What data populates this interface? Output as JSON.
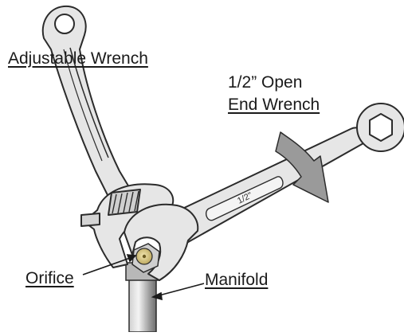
{
  "labels": {
    "adjustable_wrench": "Adjustable Wrench",
    "open_end_wrench_line1": "1/2” Open",
    "open_end_wrench_line2": "End Wrench",
    "orifice": "Orifice",
    "manifold": "Manifold",
    "wrench_stamp": "1/2\""
  },
  "icons": {
    "rotation_arrow": "clockwise-arrow-icon"
  },
  "colors": {
    "metal_fill": "#e6e6e6",
    "metal_stroke": "#2b2b2b",
    "pipe_fill": "#b0b0b0",
    "brass": "#d9c98a",
    "arrow_fill": "#9a9a9a",
    "text": "#1a1a1a"
  }
}
